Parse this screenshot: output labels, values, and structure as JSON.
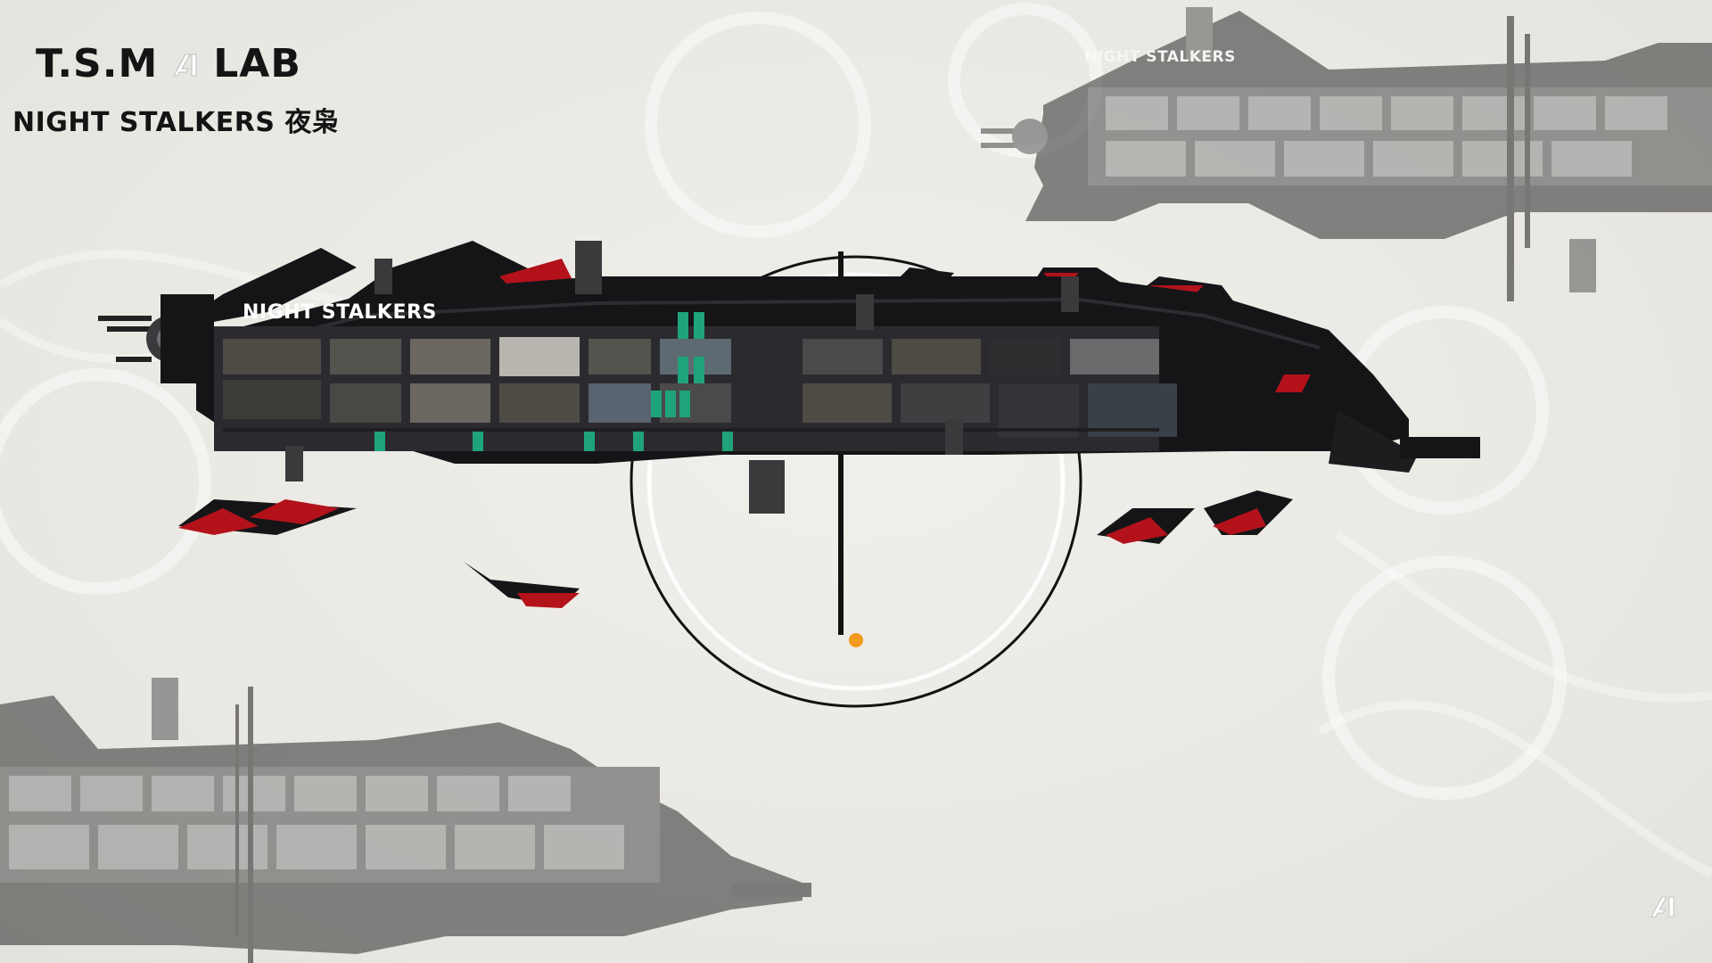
{
  "brand": {
    "left_text": "T.S.M",
    "right_text": "LAB",
    "logo_icon": "ai-logo-icon"
  },
  "subtitle": "NIGHT STALKERS 夜枭",
  "ships": [
    {
      "id": "main",
      "label": "NIGHT STALKERS",
      "style": "full-color"
    },
    {
      "id": "ghost-top-right",
      "label": "NIGHT STALKERS",
      "style": "faded-grayscale"
    },
    {
      "id": "ghost-bottom-left",
      "label": "",
      "style": "faded-grayscale"
    }
  ],
  "targeting_reticle": {
    "icon": "crosshair-icon",
    "marker_color": "#f39a1e"
  },
  "colors": {
    "background": "#edebe7",
    "hull": "#151517",
    "accent_red": "#b3121b",
    "module_green": "#1fa37b",
    "text_dark": "#141414"
  }
}
